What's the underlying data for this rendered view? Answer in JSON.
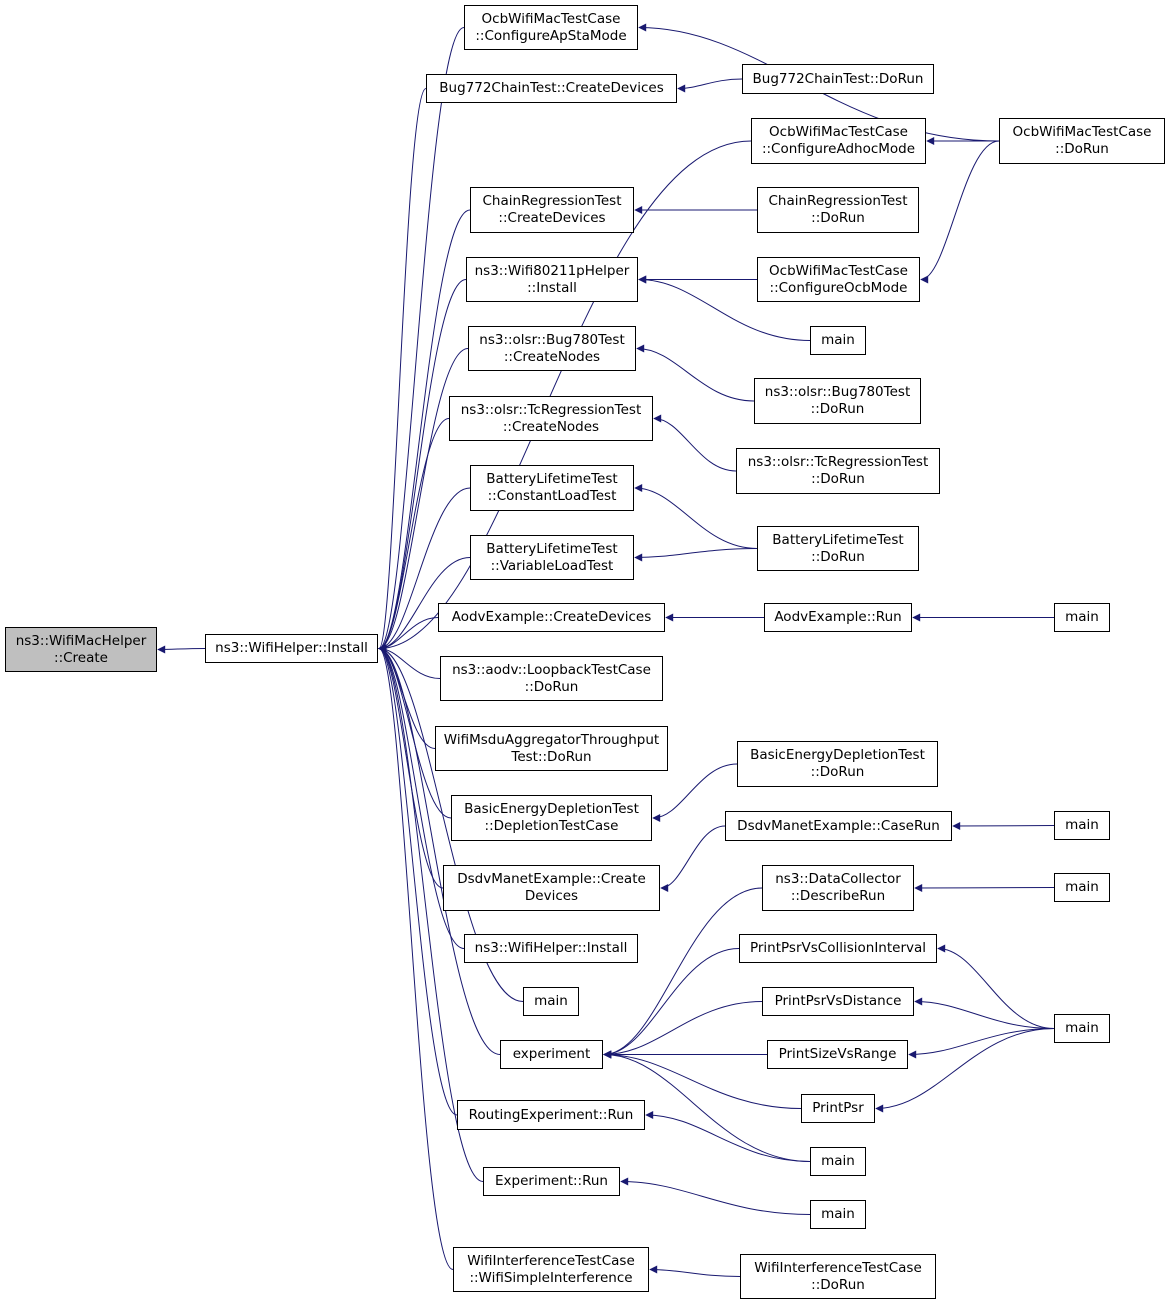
{
  "colors": {
    "edge": "#191970",
    "root_fill": "#bfbfbf",
    "node_fill": "#ffffff",
    "node_border": "#000000"
  },
  "nodes": [
    {
      "id": "root",
      "lines": [
        "ns3::WifiMacHelper",
        "::Create"
      ]
    },
    {
      "id": "install",
      "lines": [
        "ns3::WifiHelper::Install"
      ]
    },
    {
      "id": "c1",
      "lines": [
        "OcbWifiMacTestCase",
        "::ConfigureApStaMode"
      ]
    },
    {
      "id": "c2",
      "lines": [
        "Bug772ChainTest::CreateDevices"
      ]
    },
    {
      "id": "c3",
      "lines": [
        "OcbWifiMacTestCase",
        "::ConfigureAdhocMode"
      ]
    },
    {
      "id": "c4",
      "lines": [
        "ChainRegressionTest",
        "::CreateDevices"
      ]
    },
    {
      "id": "c5",
      "lines": [
        "ns3::Wifi80211pHelper",
        "::Install"
      ]
    },
    {
      "id": "c6",
      "lines": [
        "ns3::olsr::Bug780Test",
        "::CreateNodes"
      ]
    },
    {
      "id": "c7",
      "lines": [
        "ns3::olsr::TcRegressionTest",
        "::CreateNodes"
      ]
    },
    {
      "id": "c8",
      "lines": [
        "BatteryLifetimeTest",
        "::ConstantLoadTest"
      ]
    },
    {
      "id": "c9",
      "lines": [
        "BatteryLifetimeTest",
        "::VariableLoadTest"
      ]
    },
    {
      "id": "c10",
      "lines": [
        "AodvExample::CreateDevices"
      ]
    },
    {
      "id": "c11",
      "lines": [
        "ns3::aodv::LoopbackTestCase",
        "::DoRun"
      ]
    },
    {
      "id": "c12",
      "lines": [
        "WifiMsduAggregatorThroughput",
        "Test::DoRun"
      ]
    },
    {
      "id": "c13",
      "lines": [
        "BasicEnergyDepletionTest",
        "::DepletionTestCase"
      ]
    },
    {
      "id": "c14",
      "lines": [
        "DsdvManetExample::Create",
        "Devices"
      ]
    },
    {
      "id": "c15",
      "lines": [
        "ns3::WifiHelper::Install"
      ]
    },
    {
      "id": "c16",
      "lines": [
        "main"
      ]
    },
    {
      "id": "c17",
      "lines": [
        "experiment"
      ]
    },
    {
      "id": "c18",
      "lines": [
        "RoutingExperiment::Run"
      ]
    },
    {
      "id": "c19",
      "lines": [
        "Experiment::Run"
      ]
    },
    {
      "id": "c20",
      "lines": [
        "WifiInterferenceTestCase",
        "::WifiSimpleInterference"
      ]
    },
    {
      "id": "d1",
      "lines": [
        "Bug772ChainTest::DoRun"
      ]
    },
    {
      "id": "d2",
      "lines": [
        "ChainRegressionTest",
        "::DoRun"
      ]
    },
    {
      "id": "d3",
      "lines": [
        "OcbWifiMacTestCase",
        "::ConfigureOcbMode"
      ]
    },
    {
      "id": "d4",
      "lines": [
        "main"
      ]
    },
    {
      "id": "d5",
      "lines": [
        "ns3::olsr::Bug780Test",
        "::DoRun"
      ]
    },
    {
      "id": "d6",
      "lines": [
        "ns3::olsr::TcRegressionTest",
        "::DoRun"
      ]
    },
    {
      "id": "d7",
      "lines": [
        "BatteryLifetimeTest",
        "::DoRun"
      ]
    },
    {
      "id": "d8",
      "lines": [
        "AodvExample::Run"
      ]
    },
    {
      "id": "d9",
      "lines": [
        "BasicEnergyDepletionTest",
        "::DoRun"
      ]
    },
    {
      "id": "d10",
      "lines": [
        "DsdvManetExample::CaseRun"
      ]
    },
    {
      "id": "d11",
      "lines": [
        "ns3::DataCollector",
        "::DescribeRun"
      ]
    },
    {
      "id": "d12",
      "lines": [
        "PrintPsrVsCollisionInterval"
      ]
    },
    {
      "id": "d13",
      "lines": [
        "PrintPsrVsDistance"
      ]
    },
    {
      "id": "d14",
      "lines": [
        "PrintSizeVsRange"
      ]
    },
    {
      "id": "d15",
      "lines": [
        "PrintPsr"
      ]
    },
    {
      "id": "d16",
      "lines": [
        "main"
      ]
    },
    {
      "id": "d17",
      "lines": [
        "main"
      ]
    },
    {
      "id": "d18",
      "lines": [
        "WifiInterferenceTestCase",
        "::DoRun"
      ]
    },
    {
      "id": "e1",
      "lines": [
        "OcbWifiMacTestCase",
        "::DoRun"
      ]
    },
    {
      "id": "e2",
      "lines": [
        "main"
      ]
    },
    {
      "id": "e3",
      "lines": [
        "main"
      ]
    },
    {
      "id": "e4",
      "lines": [
        "main"
      ]
    },
    {
      "id": "e5",
      "lines": [
        "main"
      ]
    }
  ],
  "edges": [
    [
      "install",
      "root"
    ],
    [
      "c1",
      "install"
    ],
    [
      "c2",
      "install"
    ],
    [
      "c3",
      "install"
    ],
    [
      "c4",
      "install"
    ],
    [
      "c5",
      "install"
    ],
    [
      "c6",
      "install"
    ],
    [
      "c7",
      "install"
    ],
    [
      "c8",
      "install"
    ],
    [
      "c9",
      "install"
    ],
    [
      "c10",
      "install"
    ],
    [
      "c11",
      "install"
    ],
    [
      "c12",
      "install"
    ],
    [
      "c13",
      "install"
    ],
    [
      "c14",
      "install"
    ],
    [
      "c15",
      "install"
    ],
    [
      "c16",
      "install"
    ],
    [
      "c17",
      "install"
    ],
    [
      "c18",
      "install"
    ],
    [
      "c19",
      "install"
    ],
    [
      "c20",
      "install"
    ],
    [
      "e1",
      "c1"
    ],
    [
      "d1",
      "c2"
    ],
    [
      "e1",
      "c3"
    ],
    [
      "d2",
      "c4"
    ],
    [
      "d3",
      "c5"
    ],
    [
      "d4",
      "c5"
    ],
    [
      "e1",
      "d3"
    ],
    [
      "d5",
      "c6"
    ],
    [
      "d6",
      "c7"
    ],
    [
      "d7",
      "c8"
    ],
    [
      "d7",
      "c9"
    ],
    [
      "d8",
      "c10"
    ],
    [
      "e2",
      "d8"
    ],
    [
      "d9",
      "c13"
    ],
    [
      "d10",
      "c14"
    ],
    [
      "e3",
      "d10"
    ],
    [
      "d11",
      "c17"
    ],
    [
      "d12",
      "c17"
    ],
    [
      "d13",
      "c17"
    ],
    [
      "d14",
      "c17"
    ],
    [
      "d15",
      "c17"
    ],
    [
      "d16",
      "c17"
    ],
    [
      "e4",
      "d11"
    ],
    [
      "e5",
      "d12"
    ],
    [
      "e5",
      "d13"
    ],
    [
      "e5",
      "d14"
    ],
    [
      "e5",
      "d15"
    ],
    [
      "d16",
      "c18"
    ],
    [
      "d17",
      "c19"
    ],
    [
      "d18",
      "c20"
    ]
  ]
}
